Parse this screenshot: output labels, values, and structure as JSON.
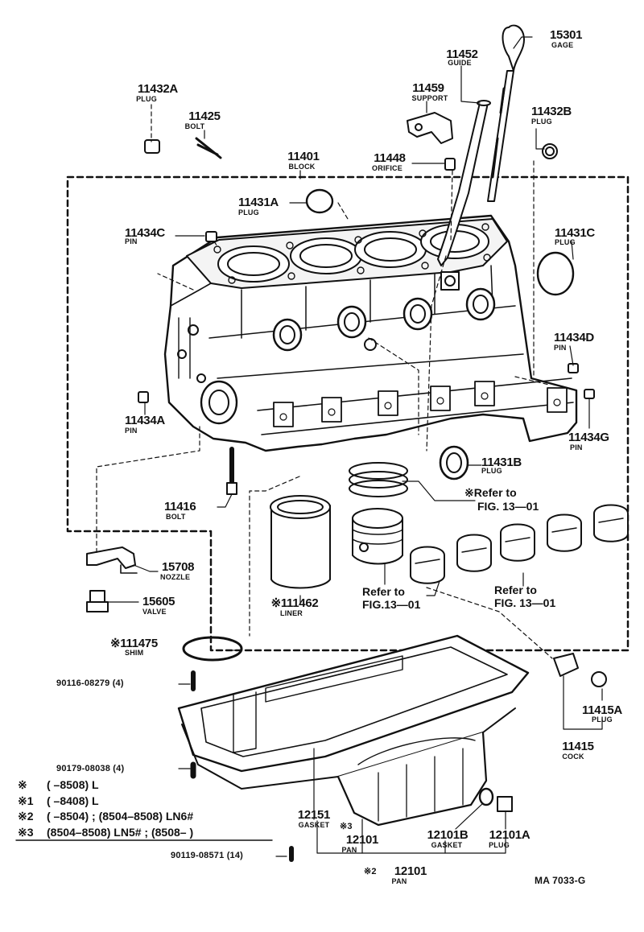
{
  "parts": [
    {
      "id": "p15301",
      "num": "15301",
      "name": "GAGE"
    },
    {
      "id": "p11452",
      "num": "11452",
      "name": "GUIDE"
    },
    {
      "id": "p11459",
      "num": "11459",
      "name": "SUPPORT"
    },
    {
      "id": "p11432a",
      "num": "11432A",
      "name": "PLUG"
    },
    {
      "id": "p11425",
      "num": "11425",
      "name": "BOLT"
    },
    {
      "id": "p11432b",
      "num": "11432B",
      "name": "PLUG"
    },
    {
      "id": "p11401",
      "num": "11401",
      "name": "BLOCK"
    },
    {
      "id": "p11448",
      "num": "11448",
      "name": "ORIFICE"
    },
    {
      "id": "p11431a",
      "num": "11431A",
      "name": "PLUG"
    },
    {
      "id": "p11434c",
      "num": "11434C",
      "name": "PIN"
    },
    {
      "id": "p11431c",
      "num": "11431C",
      "name": "PLUG"
    },
    {
      "id": "p11434d",
      "num": "11434D",
      "name": "PIN"
    },
    {
      "id": "p11434a",
      "num": "11434A",
      "name": "PIN"
    },
    {
      "id": "p11434g",
      "num": "11434G",
      "name": "PIN"
    },
    {
      "id": "p11431b",
      "num": "11431B",
      "name": "PLUG"
    },
    {
      "id": "p11416",
      "num": "11416",
      "name": "BOLT"
    },
    {
      "id": "p15708",
      "num": "15708",
      "name": "NOZZLE"
    },
    {
      "id": "p15605",
      "num": "15605",
      "name": "VALVE"
    },
    {
      "id": "p11462",
      "num": "※111462",
      "name": "LINER"
    },
    {
      "id": "p11475",
      "num": "※111475",
      "name": "SHIM"
    },
    {
      "id": "p11415a",
      "num": "11415A",
      "name": "PLUG"
    },
    {
      "id": "p11415",
      "num": "11415",
      "name": "COCK"
    },
    {
      "id": "p12151",
      "num": "12151",
      "name": "GASKET"
    },
    {
      "id": "p12101",
      "num": "12101",
      "name": "PAN"
    },
    {
      "id": "p12101b",
      "num": "12101B",
      "name": "GASKET"
    },
    {
      "id": "p12101a",
      "num": "12101A",
      "name": "PLUG"
    },
    {
      "id": "p12101x",
      "num": "12101",
      "name": "PAN"
    }
  ],
  "bolts": {
    "b1": "90116-08279 (4)",
    "b2": "90179-08038 (4)",
    "b3": "90119-08571 (14)"
  },
  "mark3": "※3",
  "mark2": "※2",
  "refs": {
    "r1a": "※Refer to",
    "r1b": "FIG. 13—01",
    "r2a": "Refer  to",
    "r2b": "FIG.13—01",
    "r3a": "Refer to",
    "r3b": "FIG. 13—01"
  },
  "notes": [
    {
      "mark": "※",
      "text": "(      –8508) L"
    },
    {
      "mark": "※1",
      "text": "(      –8408) L"
    },
    {
      "mark": "※2",
      "text": "(      –8504) ; (8504–8508) LN6#"
    },
    {
      "mark": "※3",
      "text": "(8504–8508) LN5# ; (8508–          )"
    }
  ],
  "code": "MA 7033-G"
}
